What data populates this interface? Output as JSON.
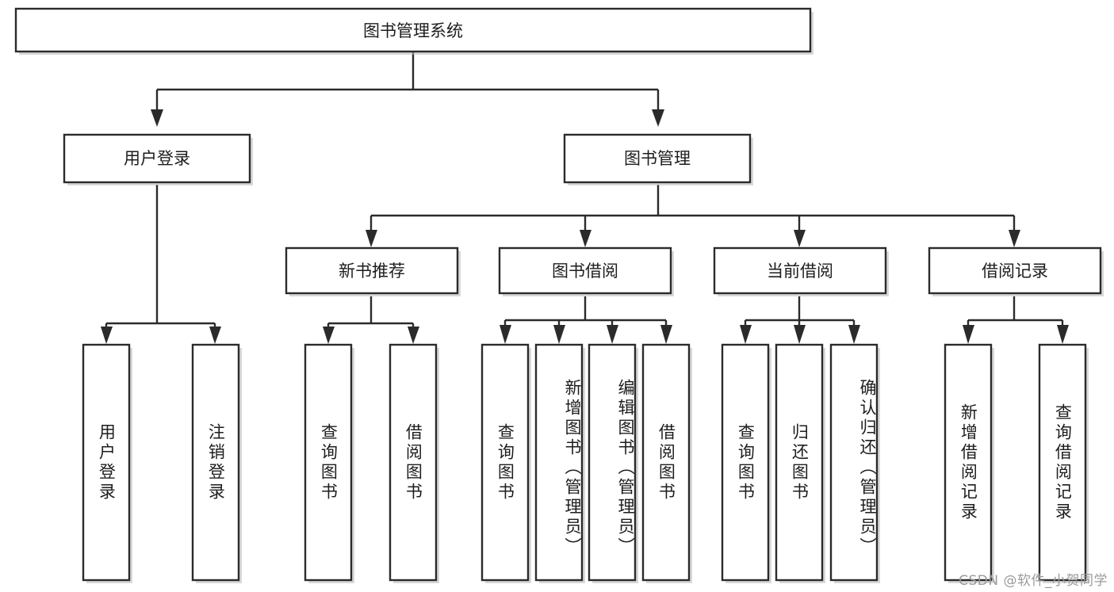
{
  "diagram": {
    "title": "图书管理系统",
    "type": "tree",
    "orientation": "top-down",
    "watermark": "CSDN @软件_小贺同学",
    "style": {
      "box_fill": "#ffffff",
      "box_stroke": "#2b2b2b",
      "text_color": "#1d1d1d",
      "background": "#ffffff",
      "watermark_color": "#9a9a9a"
    },
    "levels": {
      "root": {
        "label": "图书管理系统"
      },
      "level2": [
        {
          "label": "用户登录"
        },
        {
          "label": "图书管理"
        }
      ],
      "level3": [
        {
          "label": "新书推荐"
        },
        {
          "label": "图书借阅"
        },
        {
          "label": "当前借阅"
        },
        {
          "label": "借阅记录"
        }
      ]
    },
    "leaves": {
      "user_login": [
        {
          "label": "用户登录"
        },
        {
          "label": "注销登录"
        }
      ],
      "new_book_recommend": [
        {
          "label": "查询图书"
        },
        {
          "label": "借阅图书"
        }
      ],
      "book_borrow": [
        {
          "label": "查询图书"
        },
        {
          "label": "新增图书（管理员）"
        },
        {
          "label": "编辑图书（管理员）"
        },
        {
          "label": "借阅图书"
        }
      ],
      "current_borrow": [
        {
          "label": "查询图书"
        },
        {
          "label": "归还图书"
        },
        {
          "label": "确认归还（管理员）"
        }
      ],
      "borrow_record": [
        {
          "label": "新增借阅记录"
        },
        {
          "label": "查询借阅记录"
        }
      ]
    }
  }
}
